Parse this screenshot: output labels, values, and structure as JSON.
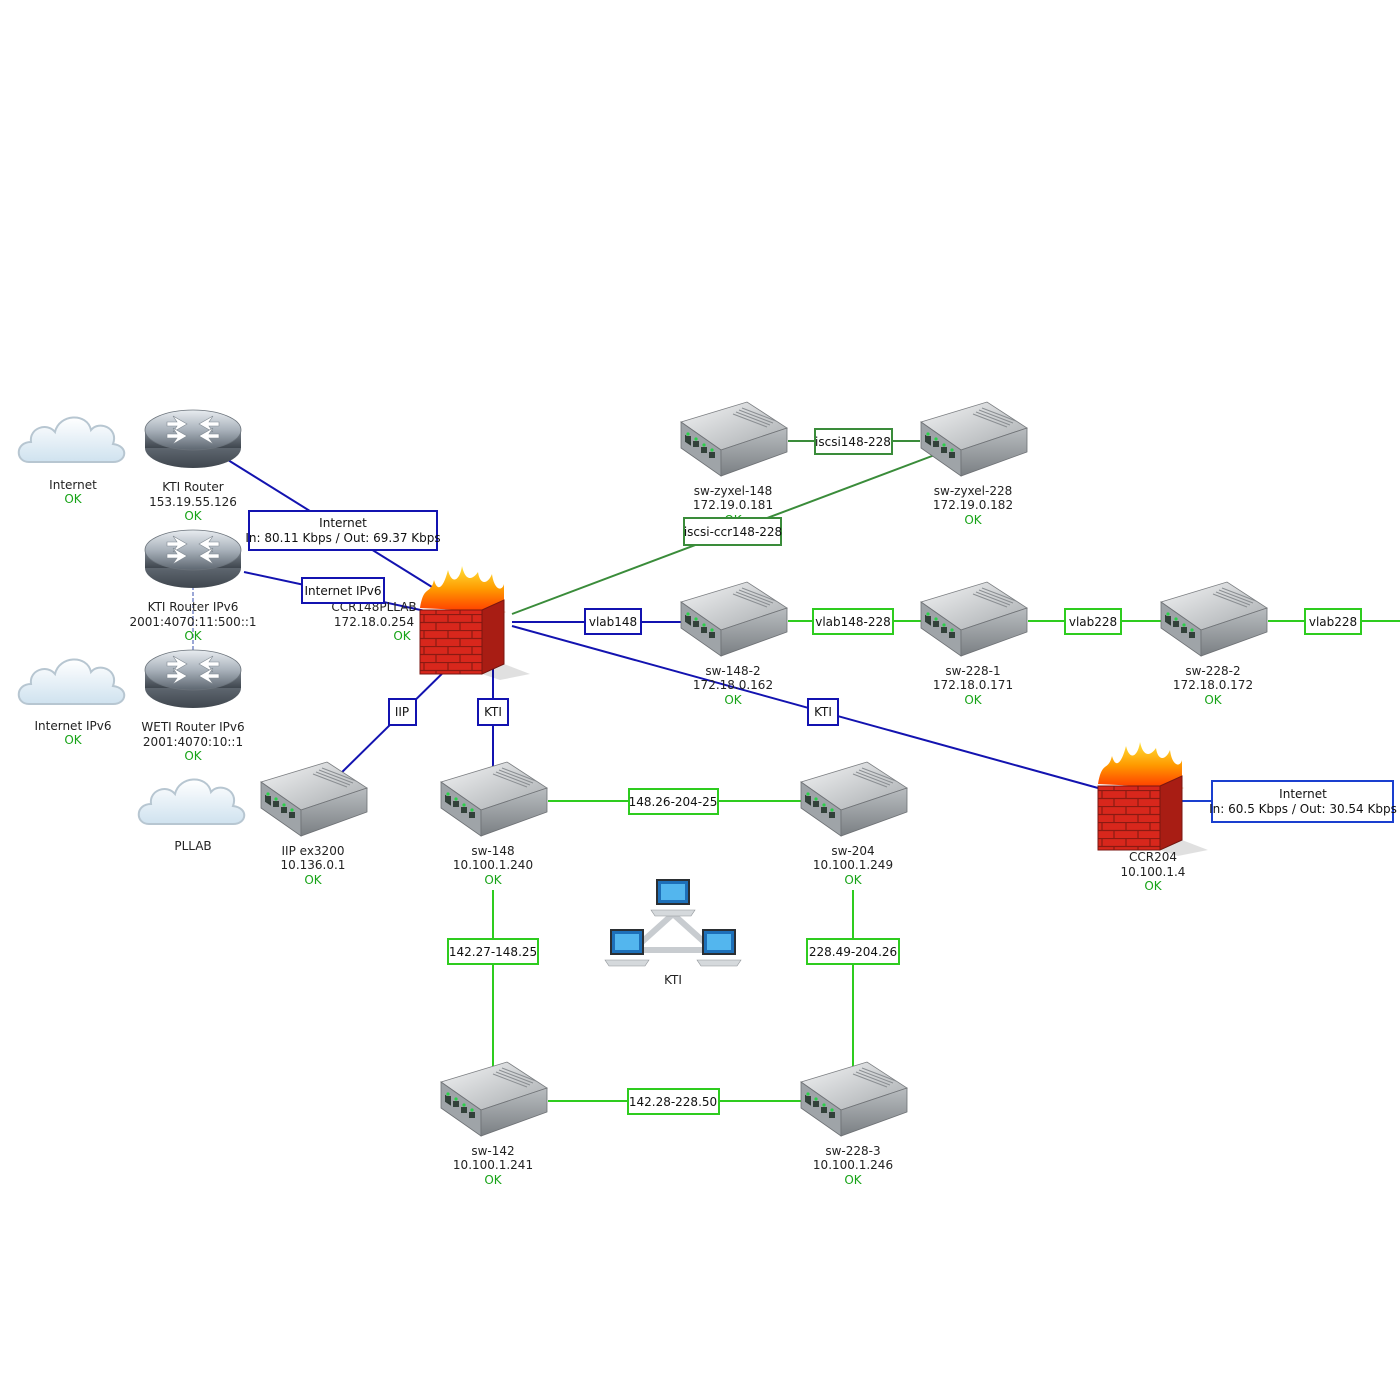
{
  "colors": {
    "link_blue": "#1313b0",
    "link_green": "#2ecc1f",
    "link_darkgreen": "#3a8c3a",
    "status_ok": "#17a317",
    "label_blue": "#1a3fcf"
  },
  "nodes": {
    "internet": {
      "name": "Internet",
      "ip": "",
      "status": "OK",
      "icon": "cloud-icon"
    },
    "kti_router": {
      "name": "KTI Router",
      "ip": "153.19.55.126",
      "status": "OK",
      "icon": "router-icon"
    },
    "kti_router_ipv6": {
      "name": "KTI Router IPv6",
      "ip": "2001:4070:11:500::1",
      "status": "OK",
      "icon": "router-icon"
    },
    "internet_ipv6": {
      "name": "Internet IPv6",
      "ip": "",
      "status": "OK",
      "icon": "cloud-icon"
    },
    "weti_router_ipv6": {
      "name": "WETI Router IPv6",
      "ip": "2001:4070:10::1",
      "status": "OK",
      "icon": "router-icon"
    },
    "pllab": {
      "name": "PLLAB",
      "ip": "",
      "status": "",
      "icon": "cloud-icon"
    },
    "ccr148pllab": {
      "name": "CCR148PLLAB",
      "ip": "172.18.0.254",
      "status": "OK",
      "icon": "firewall-icon"
    },
    "iip_ex3200": {
      "name": "IIP ex3200",
      "ip": "10.136.0.1",
      "status": "OK",
      "icon": "switch-icon"
    },
    "sw_148": {
      "name": "sw-148",
      "ip": "10.100.1.240",
      "status": "OK",
      "icon": "switch-icon"
    },
    "sw_204": {
      "name": "sw-204",
      "ip": "10.100.1.249",
      "status": "OK",
      "icon": "switch-icon"
    },
    "sw_142": {
      "name": "sw-142",
      "ip": "10.100.1.241",
      "status": "OK",
      "icon": "switch-icon"
    },
    "sw_228_3": {
      "name": "sw-228-3",
      "ip": "10.100.1.246",
      "status": "OK",
      "icon": "switch-icon"
    },
    "kti": {
      "name": "KTI",
      "ip": "",
      "status": "",
      "icon": "network-computers-icon"
    },
    "sw_zyxel_148": {
      "name": "sw-zyxel-148",
      "ip": "172.19.0.181",
      "status": "OK",
      "icon": "switch-icon"
    },
    "sw_zyxel_228": {
      "name": "sw-zyxel-228",
      "ip": "172.19.0.182",
      "status": "OK",
      "icon": "switch-icon"
    },
    "sw_148_2": {
      "name": "sw-148-2",
      "ip": "172.18.0.162",
      "status": "OK",
      "icon": "switch-icon"
    },
    "sw_228_1": {
      "name": "sw-228-1",
      "ip": "172.18.0.171",
      "status": "OK",
      "icon": "switch-icon"
    },
    "sw_228_2": {
      "name": "sw-228-2",
      "ip": "172.18.0.172",
      "status": "OK",
      "icon": "switch-icon"
    },
    "ccr204": {
      "name": "CCR204",
      "ip": "10.100.1.4",
      "status": "OK",
      "icon": "firewall-icon"
    }
  },
  "links": {
    "internet_main": {
      "title": "Internet",
      "traffic": "In: 80.11 Kbps / Out: 69.37 Kbps"
    },
    "internet_ipv6": {
      "label": "Internet IPv6"
    },
    "iip": {
      "label": "IIP"
    },
    "kti_down": {
      "label": "KTI"
    },
    "kti_diag": {
      "label": "KTI"
    },
    "vlab148": {
      "label": "vlab148"
    },
    "vlab148_228": {
      "label": "vlab148-228"
    },
    "vlab228_a": {
      "label": "vlab228"
    },
    "vlab228_b": {
      "label": "vlab228"
    },
    "iscsi148_228": {
      "label": "iscsi148-228"
    },
    "iscsi_ccr148_228": {
      "label": "iscsi-ccr148-228"
    },
    "l_148_204": {
      "label": "148.26-204-25"
    },
    "l_142_148": {
      "label": "142.27-148.25"
    },
    "l_228_204": {
      "label": "228.49-204.26"
    },
    "l_142_228": {
      "label": "142.28-228.50"
    },
    "internet_ccr204": {
      "title": "Internet",
      "traffic": "In: 60.5 Kbps / Out: 30.54 Kbps"
    }
  }
}
